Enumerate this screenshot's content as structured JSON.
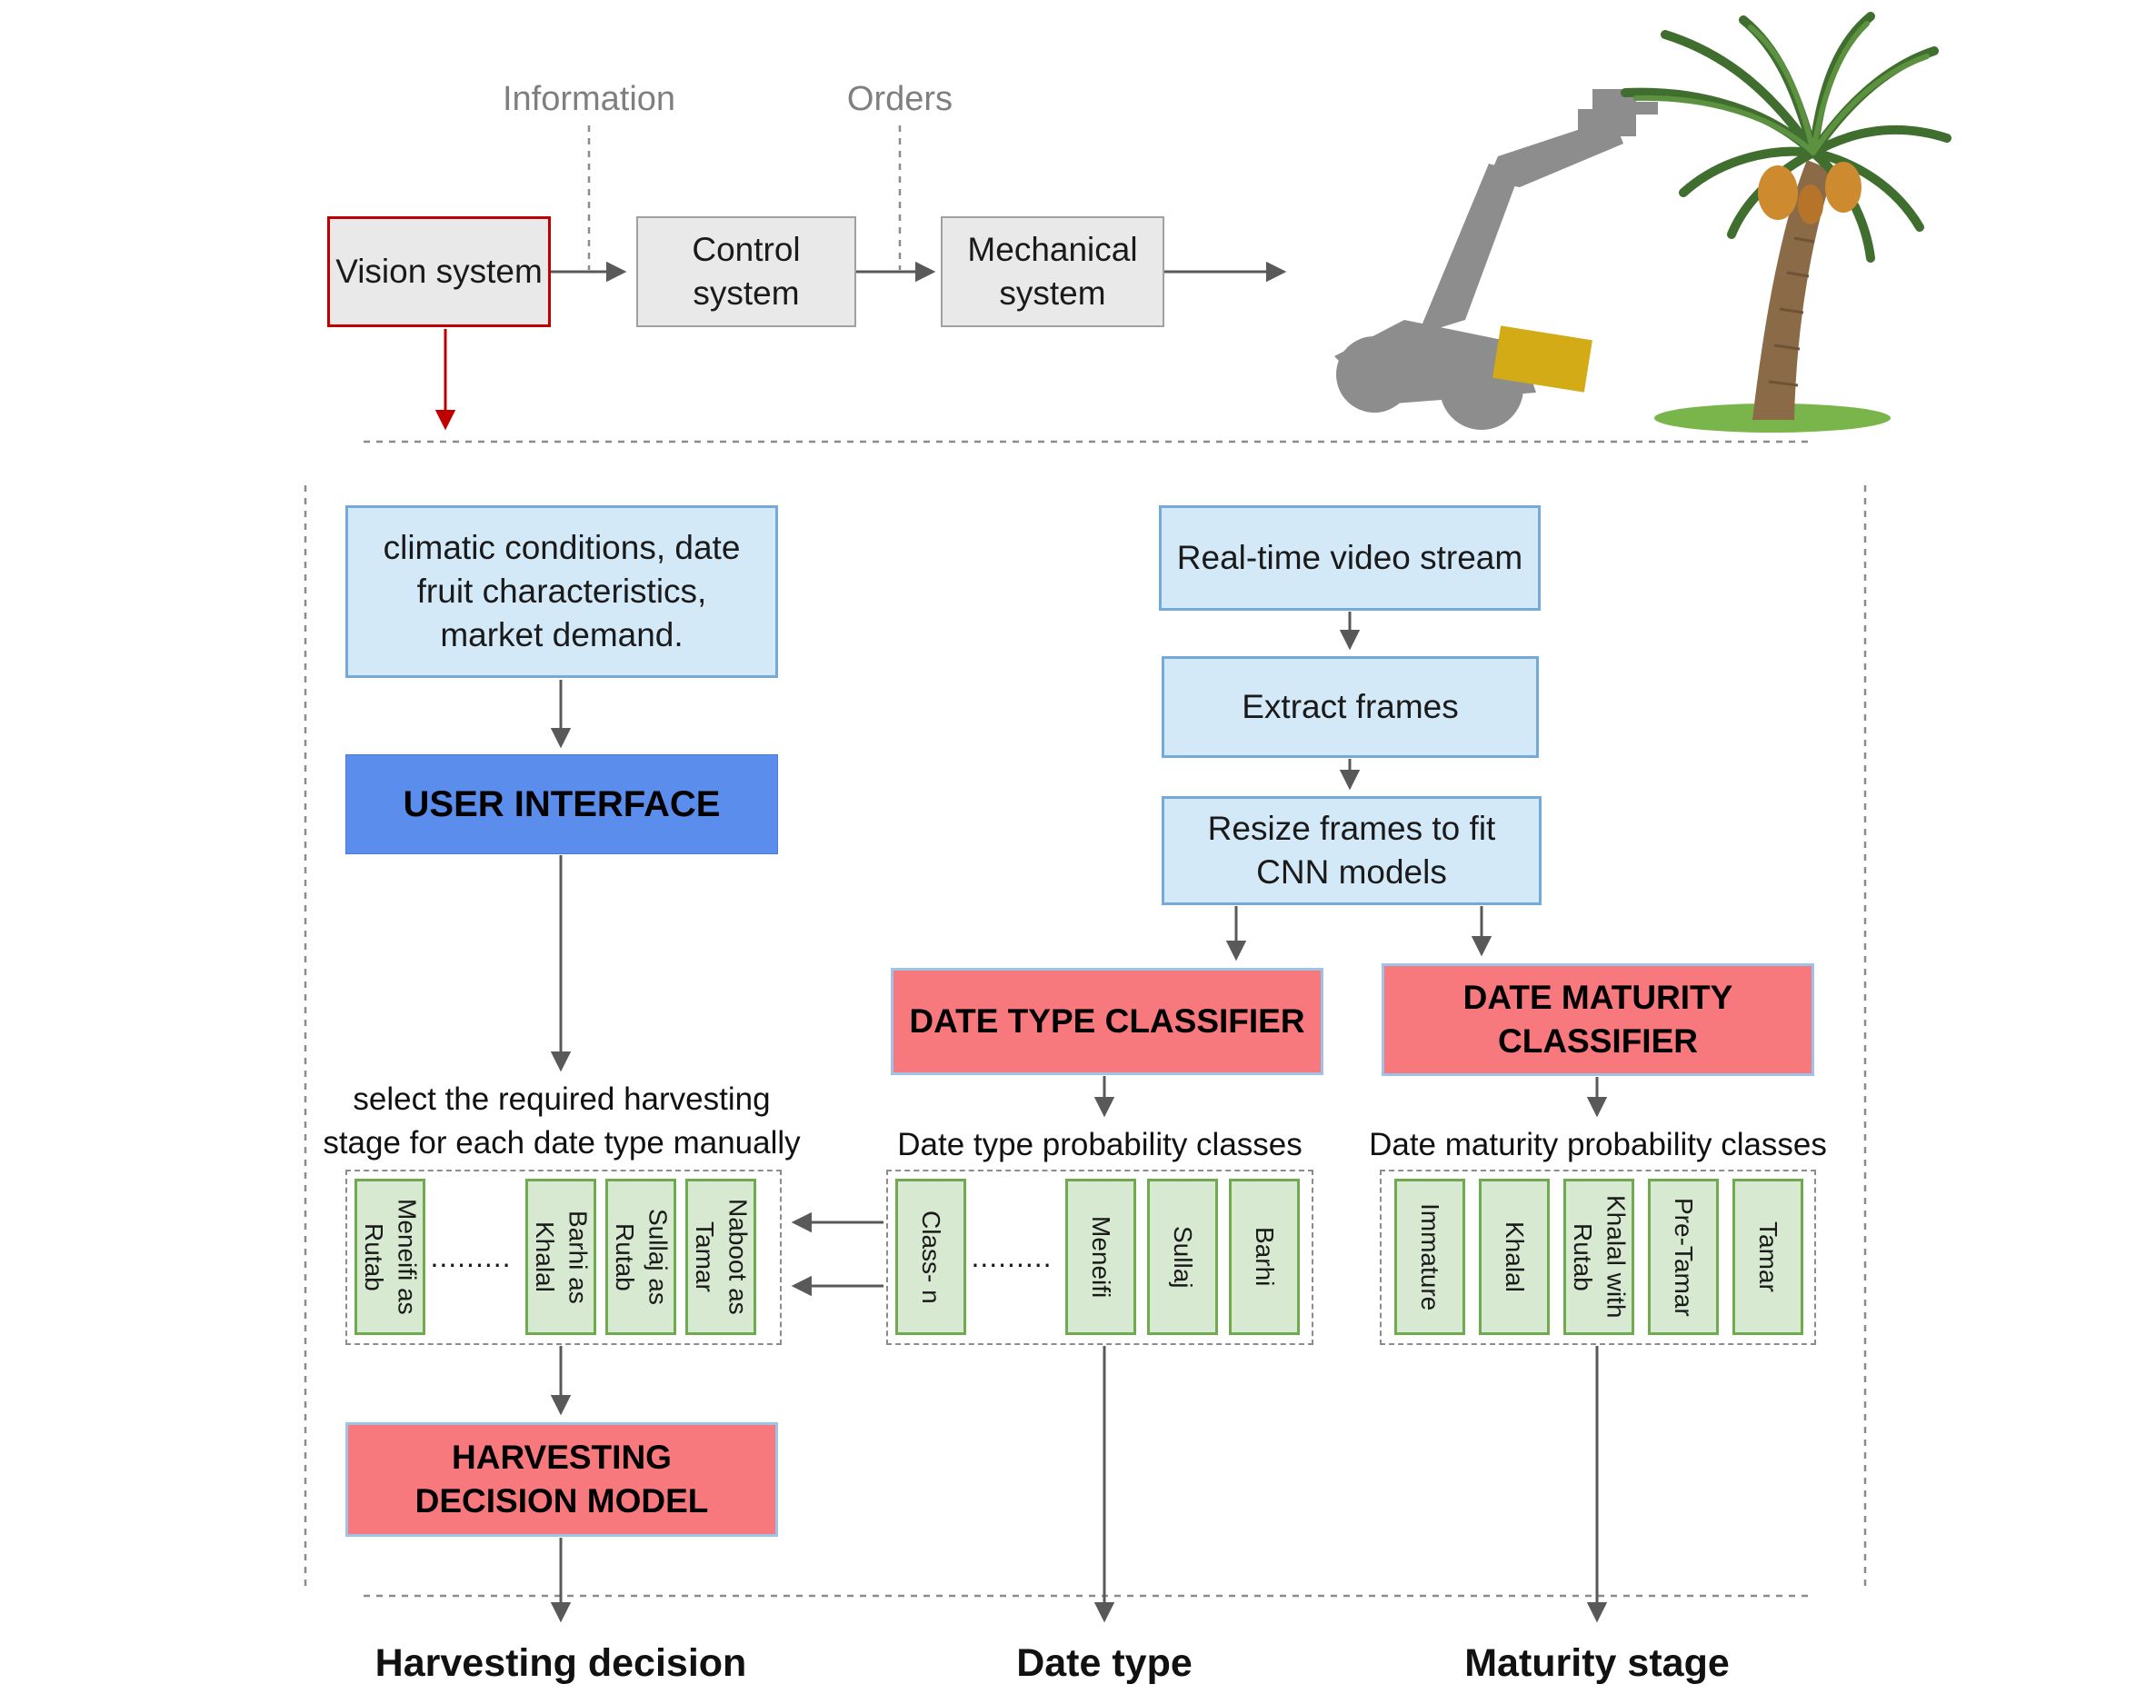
{
  "images": {
    "robot": "harvester-robot-silhouette",
    "palm_tree": "date-palm-tree"
  },
  "colors": {
    "light_blue_fill": "#d3e9f8",
    "light_blue_border": "#74a9d8",
    "ui_blue": "#5b8ded",
    "classifier_red": "#f8797d",
    "classifier_border": "#9dc3e6",
    "green_fill": "#d8e9d2",
    "green_border": "#6faa4e",
    "gray_fill": "#e9e9e9",
    "vision_border_red": "#c00000",
    "arrow_gray": "#595959"
  },
  "top": {
    "information_label": "Information",
    "orders_label": "Orders",
    "vision_box": "Vision system",
    "control_box": "Control system",
    "mechanical_box": "Mechanical system"
  },
  "left": {
    "inputs_box": "climatic conditions, date fruit characteristics, market demand.",
    "user_interface": "USER INTERFACE",
    "select_text": "select the required harvesting stage for each date type manually",
    "dots": ".........",
    "stage_boxes": [
      "Meneifi as Rutab",
      "Barhi as Khalal",
      "Sullaj as Rutab",
      "Naboot as Tamar"
    ],
    "decision_model": "HARVESTING DECISION MODEL",
    "output_label": "Harvesting decision"
  },
  "middle": {
    "video_stream": "Real-time video stream",
    "extract_frames": "Extract frames",
    "resize_frames": "Resize frames to fit CNN models",
    "type_classifier": "DATE TYPE CLASSIFIER",
    "type_prob_label": "Date type probability classes",
    "dots": ".........",
    "type_boxes": [
      "Class- n",
      "Meneifi",
      "Sullaj",
      "Barhi"
    ],
    "output_label": "Date type"
  },
  "right": {
    "maturity_classifier": "DATE MATURITY CLASSIFIER",
    "maturity_prob_label": "Date maturity probability classes",
    "maturity_boxes": [
      "Immature",
      "Khalal",
      "Khalal with Rutab",
      "Pre-Tamar",
      "Tamar"
    ],
    "output_label": "Maturity stage"
  }
}
